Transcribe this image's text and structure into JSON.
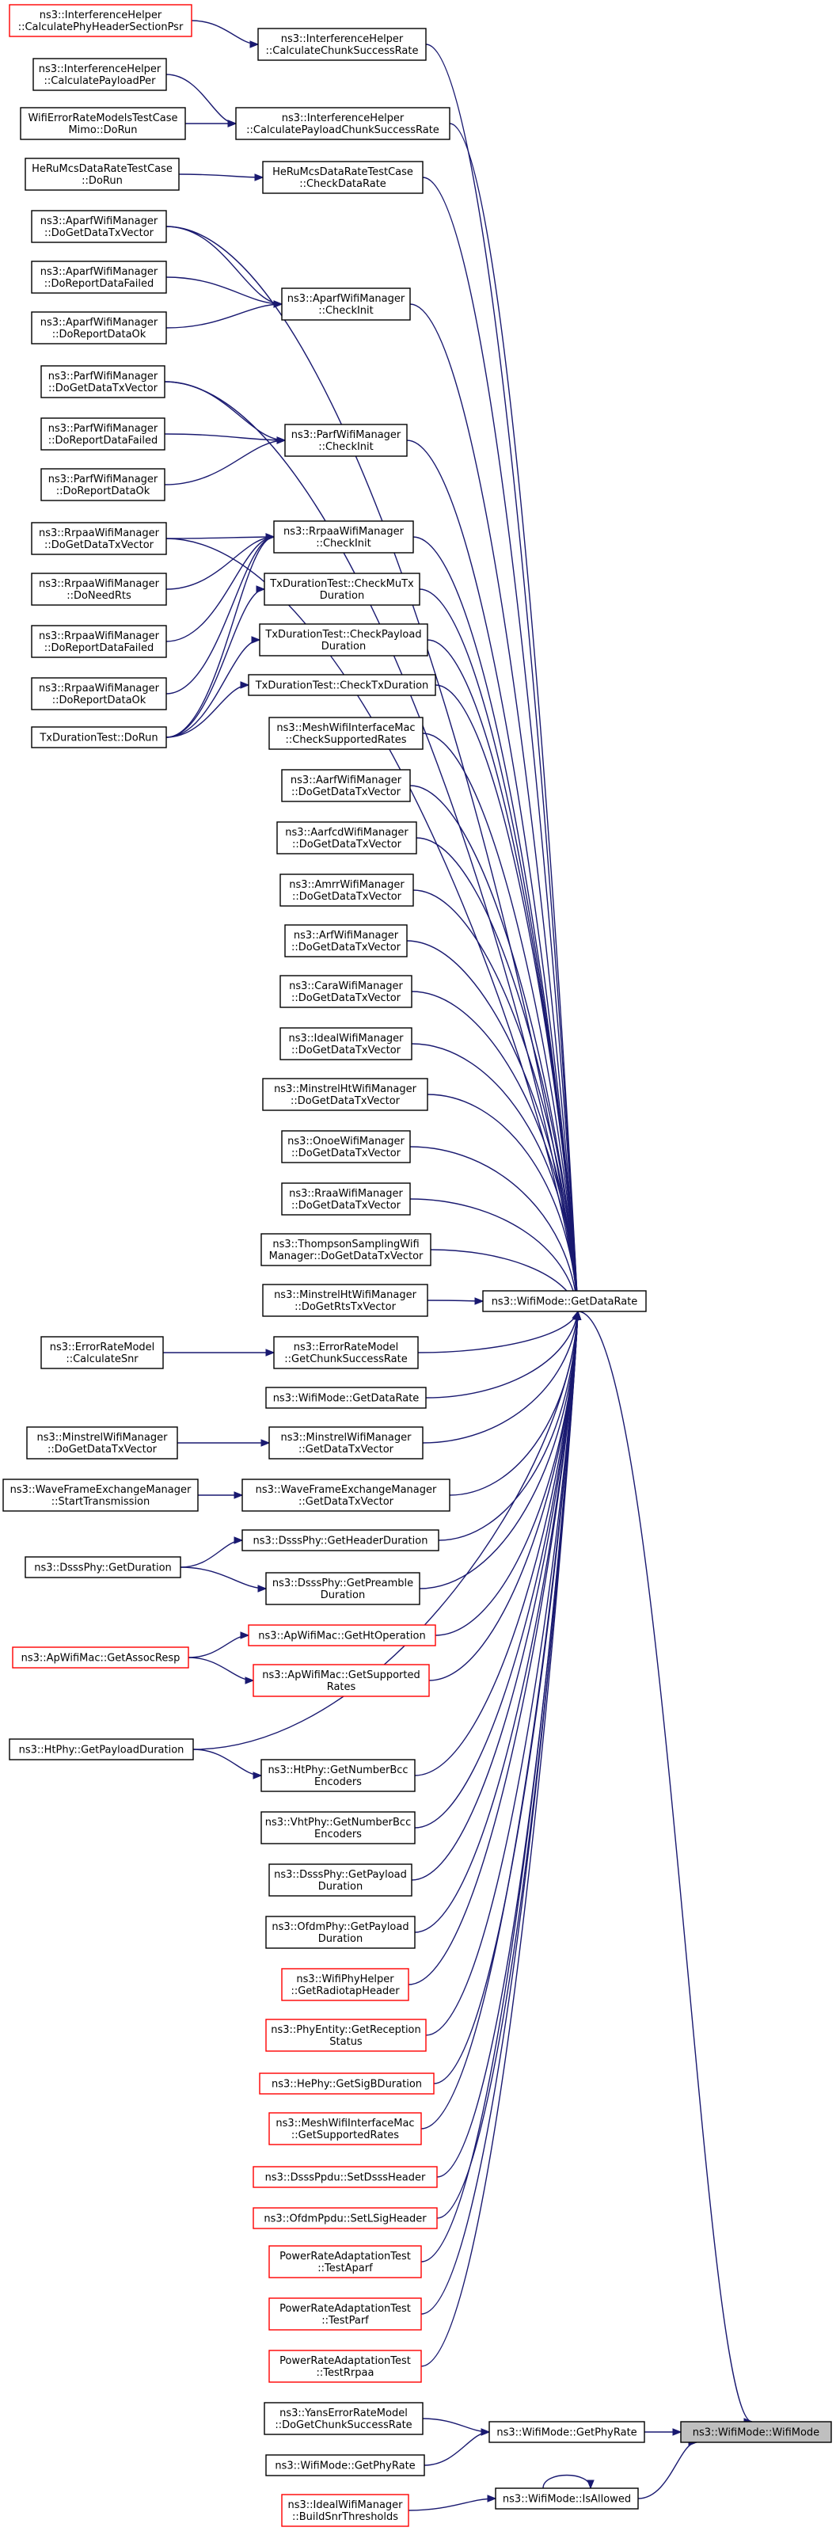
{
  "graph": {
    "title": "",
    "colors": {
      "edge": "#191970",
      "node_border": "#000000",
      "node_border_undocumented": "#ff0000",
      "highlight_fill": "#bfbfbf"
    },
    "nodes": [
      {
        "id": "cphsp",
        "lines": [
          "ns3::InterferenceHelper",
          "::CalculatePhyHeaderSectionPsr"
        ],
        "red": true
      },
      {
        "id": "ccsr",
        "lines": [
          "ns3::InterferenceHelper",
          "::CalculateChunkSuccessRate"
        ]
      },
      {
        "id": "cpp",
        "lines": [
          "ns3::InterferenceHelper",
          "::CalculatePayloadPer"
        ]
      },
      {
        "id": "cpcsr",
        "lines": [
          "ns3::InterferenceHelper",
          "::CalculatePayloadChunkSuccessRate"
        ]
      },
      {
        "id": "werm",
        "lines": [
          "WifiErrorRateModelsTestCase",
          "Mimo::DoRun"
        ]
      },
      {
        "id": "hrdrtc",
        "lines": [
          "HeRuMcsDataRateTestCase",
          "::DoRun"
        ]
      },
      {
        "id": "hrcdr",
        "lines": [
          "HeRuMcsDataRateTestCase",
          "::CheckDataRate"
        ]
      },
      {
        "id": "apgdtv",
        "lines": [
          "ns3::AparfWifiManager",
          "::DoGetDataTxVector"
        ]
      },
      {
        "id": "aprdf",
        "lines": [
          "ns3::AparfWifiManager",
          "::DoReportDataFailed"
        ]
      },
      {
        "id": "apci",
        "lines": [
          "ns3::AparfWifiManager",
          "::CheckInit"
        ]
      },
      {
        "id": "aprdo",
        "lines": [
          "ns3::AparfWifiManager",
          "::DoReportDataOk"
        ]
      },
      {
        "id": "pagdtv",
        "lines": [
          "ns3::ParfWifiManager",
          "::DoGetDataTxVector"
        ]
      },
      {
        "id": "pardf",
        "lines": [
          "ns3::ParfWifiManager",
          "::DoReportDataFailed"
        ]
      },
      {
        "id": "paci",
        "lines": [
          "ns3::ParfWifiManager",
          "::CheckInit"
        ]
      },
      {
        "id": "pardo",
        "lines": [
          "ns3::ParfWifiManager",
          "::DoReportDataOk"
        ]
      },
      {
        "id": "rpgdtv",
        "lines": [
          "ns3::RrpaaWifiManager",
          "::DoGetDataTxVector"
        ]
      },
      {
        "id": "rpci",
        "lines": [
          "ns3::RrpaaWifiManager",
          "::CheckInit"
        ]
      },
      {
        "id": "rpnr",
        "lines": [
          "ns3::RrpaaWifiManager",
          "::DoNeedRts"
        ]
      },
      {
        "id": "tdcmt",
        "lines": [
          "TxDurationTest::CheckMuTx",
          "Duration"
        ]
      },
      {
        "id": "rprdf",
        "lines": [
          "ns3::RrpaaWifiManager",
          "::DoReportDataFailed"
        ]
      },
      {
        "id": "tdcpd",
        "lines": [
          "TxDurationTest::CheckPayload",
          "Duration"
        ]
      },
      {
        "id": "rprdo",
        "lines": [
          "ns3::RrpaaWifiManager",
          "::DoReportDataOk"
        ]
      },
      {
        "id": "tdctd",
        "lines": [
          "TxDurationTest::CheckTxDuration"
        ]
      },
      {
        "id": "tddr",
        "lines": [
          "TxDurationTest::DoRun"
        ]
      },
      {
        "id": "mwicsr",
        "lines": [
          "ns3::MeshWifiInterfaceMac",
          "::CheckSupportedRates"
        ]
      },
      {
        "id": "aagdtv",
        "lines": [
          "ns3::AarfWifiManager",
          "::DoGetDataTxVector"
        ]
      },
      {
        "id": "aacgdtv",
        "lines": [
          "ns3::AarfcdWifiManager",
          "::DoGetDataTxVector"
        ]
      },
      {
        "id": "amgdtv",
        "lines": [
          "ns3::AmrrWifiManager",
          "::DoGetDataTxVector"
        ]
      },
      {
        "id": "argdtv",
        "lines": [
          "ns3::ArfWifiManager",
          "::DoGetDataTxVector"
        ]
      },
      {
        "id": "cagdtv",
        "lines": [
          "ns3::CaraWifiManager",
          "::DoGetDataTxVector"
        ]
      },
      {
        "id": "idgdtv",
        "lines": [
          "ns3::IdealWifiManager",
          "::DoGetDataTxVector"
        ]
      },
      {
        "id": "mhgdtv",
        "lines": [
          "ns3::MinstrelHtWifiManager",
          "::DoGetDataTxVector"
        ]
      },
      {
        "id": "ongdtv",
        "lines": [
          "ns3::OnoeWifiManager",
          "::DoGetDataTxVector"
        ]
      },
      {
        "id": "ragdtv",
        "lines": [
          "ns3::RraaWifiManager",
          "::DoGetDataTxVector"
        ]
      },
      {
        "id": "tsgdtv",
        "lines": [
          "ns3::ThompsonSamplingWifi",
          "Manager::DoGetDataTxVector"
        ]
      },
      {
        "id": "mhgrtv",
        "lines": [
          "ns3::MinstrelHtWifiManager",
          "::DoGetRtsTxVector"
        ]
      },
      {
        "id": "wmgdr",
        "lines": [
          "ns3::WifiMode::GetDataRate"
        ]
      },
      {
        "id": "ercs",
        "lines": [
          "ns3::ErrorRateModel",
          "::CalculateSnr"
        ]
      },
      {
        "id": "ergcsr",
        "lines": [
          "ns3::ErrorRateModel",
          "::GetChunkSuccessRate"
        ]
      },
      {
        "id": "wmgdr2",
        "lines": [
          "ns3::WifiMode::GetDataRate"
        ]
      },
      {
        "id": "mwdgdtv",
        "lines": [
          "ns3::MinstrelWifiManager",
          "::DoGetDataTxVector"
        ]
      },
      {
        "id": "mwgdtv",
        "lines": [
          "ns3::MinstrelWifiManager",
          "::GetDataTxVector"
        ]
      },
      {
        "id": "wfemst",
        "lines": [
          "ns3::WaveFrameExchangeManager",
          "::StartTransmission"
        ]
      },
      {
        "id": "wfemgdtv",
        "lines": [
          "ns3::WaveFrameExchangeManager",
          "::GetDataTxVector"
        ]
      },
      {
        "id": "dpghd",
        "lines": [
          "ns3::DsssPhy::GetHeaderDuration"
        ]
      },
      {
        "id": "dpgd",
        "lines": [
          "ns3::DsssPhy::GetDuration"
        ]
      },
      {
        "id": "dpgpd",
        "lines": [
          "ns3::DsssPhy::GetPreamble",
          "Duration"
        ]
      },
      {
        "id": "amgho",
        "lines": [
          "ns3::ApWifiMac::GetHtOperation"
        ],
        "red": true
      },
      {
        "id": "amgar",
        "lines": [
          "ns3::ApWifiMac::GetAssocResp"
        ],
        "red": true
      },
      {
        "id": "amgsr",
        "lines": [
          "ns3::ApWifiMac::GetSupported",
          "Rates"
        ],
        "red": true
      },
      {
        "id": "hpgpd",
        "lines": [
          "ns3::HtPhy::GetPayloadDuration"
        ]
      },
      {
        "id": "hpgnbe",
        "lines": [
          "ns3::HtPhy::GetNumberBcc",
          "Encoders"
        ]
      },
      {
        "id": "vpgnbe",
        "lines": [
          "ns3::VhtPhy::GetNumberBcc",
          "Encoders"
        ]
      },
      {
        "id": "dpgpld",
        "lines": [
          "ns3::DsssPhy::GetPayload",
          "Duration"
        ]
      },
      {
        "id": "opgpld",
        "lines": [
          "ns3::OfdmPhy::GetPayload",
          "Duration"
        ]
      },
      {
        "id": "wphgrh",
        "lines": [
          "ns3::WifiPhyHelper",
          "::GetRadiotapHeader"
        ],
        "red": true
      },
      {
        "id": "pegrs",
        "lines": [
          "ns3::PhyEntity::GetReception",
          "Status"
        ],
        "red": true
      },
      {
        "id": "hpgsbd",
        "lines": [
          "ns3::HePhy::GetSigBDuration"
        ],
        "red": true
      },
      {
        "id": "mwigsr",
        "lines": [
          "ns3::MeshWifiInterfaceMac",
          "::GetSupportedRates"
        ],
        "red": true
      },
      {
        "id": "dpsdh",
        "lines": [
          "ns3::DsssPpdu::SetDsssHeader"
        ],
        "red": true
      },
      {
        "id": "opsls",
        "lines": [
          "ns3::OfdmPpdu::SetLSigHeader"
        ],
        "red": true
      },
      {
        "id": "prata",
        "lines": [
          "PowerRateAdaptationTest",
          "::TestAparf"
        ],
        "red": true
      },
      {
        "id": "pratp",
        "lines": [
          "PowerRateAdaptationTest",
          "::TestParf"
        ],
        "red": true
      },
      {
        "id": "pratr",
        "lines": [
          "PowerRateAdaptationTest",
          "::TestRrpaa"
        ],
        "red": true
      },
      {
        "id": "yerm",
        "lines": [
          "ns3::YansErrorRateModel",
          "::DoGetChunkSuccessRate"
        ]
      },
      {
        "id": "wmgpr",
        "lines": [
          "ns3::WifiMode::GetPhyRate"
        ]
      },
      {
        "id": "wmwm",
        "lines": [
          "ns3::WifiMode::WifiMode"
        ],
        "highlight": true
      },
      {
        "id": "wmgpr2",
        "lines": [
          "ns3::WifiMode::GetPhyRate"
        ]
      },
      {
        "id": "wmia",
        "lines": [
          "ns3::WifiMode::IsAllowed"
        ]
      },
      {
        "id": "iwmbst",
        "lines": [
          "ns3::IdealWifiManager",
          "::BuildSnrThresholds"
        ],
        "red": true
      }
    ],
    "edges": [
      [
        "cphsp",
        "ccsr"
      ],
      [
        "ccsr",
        "wmgdr"
      ],
      [
        "cpp",
        "cpcsr"
      ],
      [
        "werm",
        "cpcsr"
      ],
      [
        "cpcsr",
        "wmgdr"
      ],
      [
        "hrdrtc",
        "hrcdr"
      ],
      [
        "hrcdr",
        "wmgdr"
      ],
      [
        "apgdtv",
        "apci"
      ],
      [
        "apgdtv",
        "wmgdr"
      ],
      [
        "aprdf",
        "apci"
      ],
      [
        "aprdo",
        "apci"
      ],
      [
        "apci",
        "wmgdr"
      ],
      [
        "pagdtv",
        "paci"
      ],
      [
        "pagdtv",
        "wmgdr"
      ],
      [
        "pardf",
        "paci"
      ],
      [
        "pardo",
        "paci"
      ],
      [
        "paci",
        "wmgdr"
      ],
      [
        "rpgdtv",
        "rpci"
      ],
      [
        "rpgdtv",
        "wmgdr"
      ],
      [
        "rpnr",
        "rpci"
      ],
      [
        "rprdf",
        "rpci"
      ],
      [
        "rprdo",
        "rpci"
      ],
      [
        "rpci",
        "wmgdr"
      ],
      [
        "tddr",
        "rpci"
      ],
      [
        "tddr",
        "tdcmt"
      ],
      [
        "tddr",
        "tdcpd"
      ],
      [
        "tddr",
        "tdctd"
      ],
      [
        "tdcmt",
        "wmgdr"
      ],
      [
        "tdcpd",
        "wmgdr"
      ],
      [
        "tdctd",
        "wmgdr"
      ],
      [
        "mwicsr",
        "wmgdr"
      ],
      [
        "aagdtv",
        "wmgdr"
      ],
      [
        "aacgdtv",
        "wmgdr"
      ],
      [
        "amgdtv",
        "wmgdr"
      ],
      [
        "argdtv",
        "wmgdr"
      ],
      [
        "cagdtv",
        "wmgdr"
      ],
      [
        "idgdtv",
        "wmgdr"
      ],
      [
        "mhgdtv",
        "wmgdr"
      ],
      [
        "ongdtv",
        "wmgdr"
      ],
      [
        "ragdtv",
        "wmgdr"
      ],
      [
        "tsgdtv",
        "wmgdr"
      ],
      [
        "mhgrtv",
        "wmgdr"
      ],
      [
        "ercs",
        "ergcsr"
      ],
      [
        "ergcsr",
        "wmgdr"
      ],
      [
        "wmgdr2",
        "wmgdr"
      ],
      [
        "mwdgdtv",
        "mwgdtv"
      ],
      [
        "mwgdtv",
        "wmgdr"
      ],
      [
        "wfemst",
        "wfemgdtv"
      ],
      [
        "wfemgdtv",
        "wmgdr"
      ],
      [
        "dpgd",
        "dpghd"
      ],
      [
        "dpgd",
        "dpgpd"
      ],
      [
        "dpghd",
        "wmgdr"
      ],
      [
        "dpgpd",
        "wmgdr"
      ],
      [
        "amgar",
        "amgho"
      ],
      [
        "amgar",
        "amgsr"
      ],
      [
        "amgho",
        "wmgdr"
      ],
      [
        "amgsr",
        "wmgdr"
      ],
      [
        "hpgpd",
        "hpgnbe"
      ],
      [
        "hpgpd",
        "wmgdr"
      ],
      [
        "hpgnbe",
        "wmgdr"
      ],
      [
        "vpgnbe",
        "wmgdr"
      ],
      [
        "dpgpld",
        "wmgdr"
      ],
      [
        "opgpld",
        "wmgdr"
      ],
      [
        "wphgrh",
        "wmgdr"
      ],
      [
        "pegrs",
        "wmgdr"
      ],
      [
        "hpgsbd",
        "wmgdr"
      ],
      [
        "mwigsr",
        "wmgdr"
      ],
      [
        "dpsdh",
        "wmgdr"
      ],
      [
        "opsls",
        "wmgdr"
      ],
      [
        "prata",
        "wmgdr"
      ],
      [
        "pratp",
        "wmgdr"
      ],
      [
        "pratr",
        "wmgdr"
      ],
      [
        "wmgdr",
        "wmwm"
      ],
      [
        "yerm",
        "wmgpr"
      ],
      [
        "wmgpr2",
        "wmgpr"
      ],
      [
        "wmgpr",
        "wmwm"
      ],
      [
        "wmia",
        "wmwm"
      ],
      [
        "wmia",
        "wmia"
      ],
      [
        "iwmbst",
        "wmia"
      ]
    ]
  }
}
